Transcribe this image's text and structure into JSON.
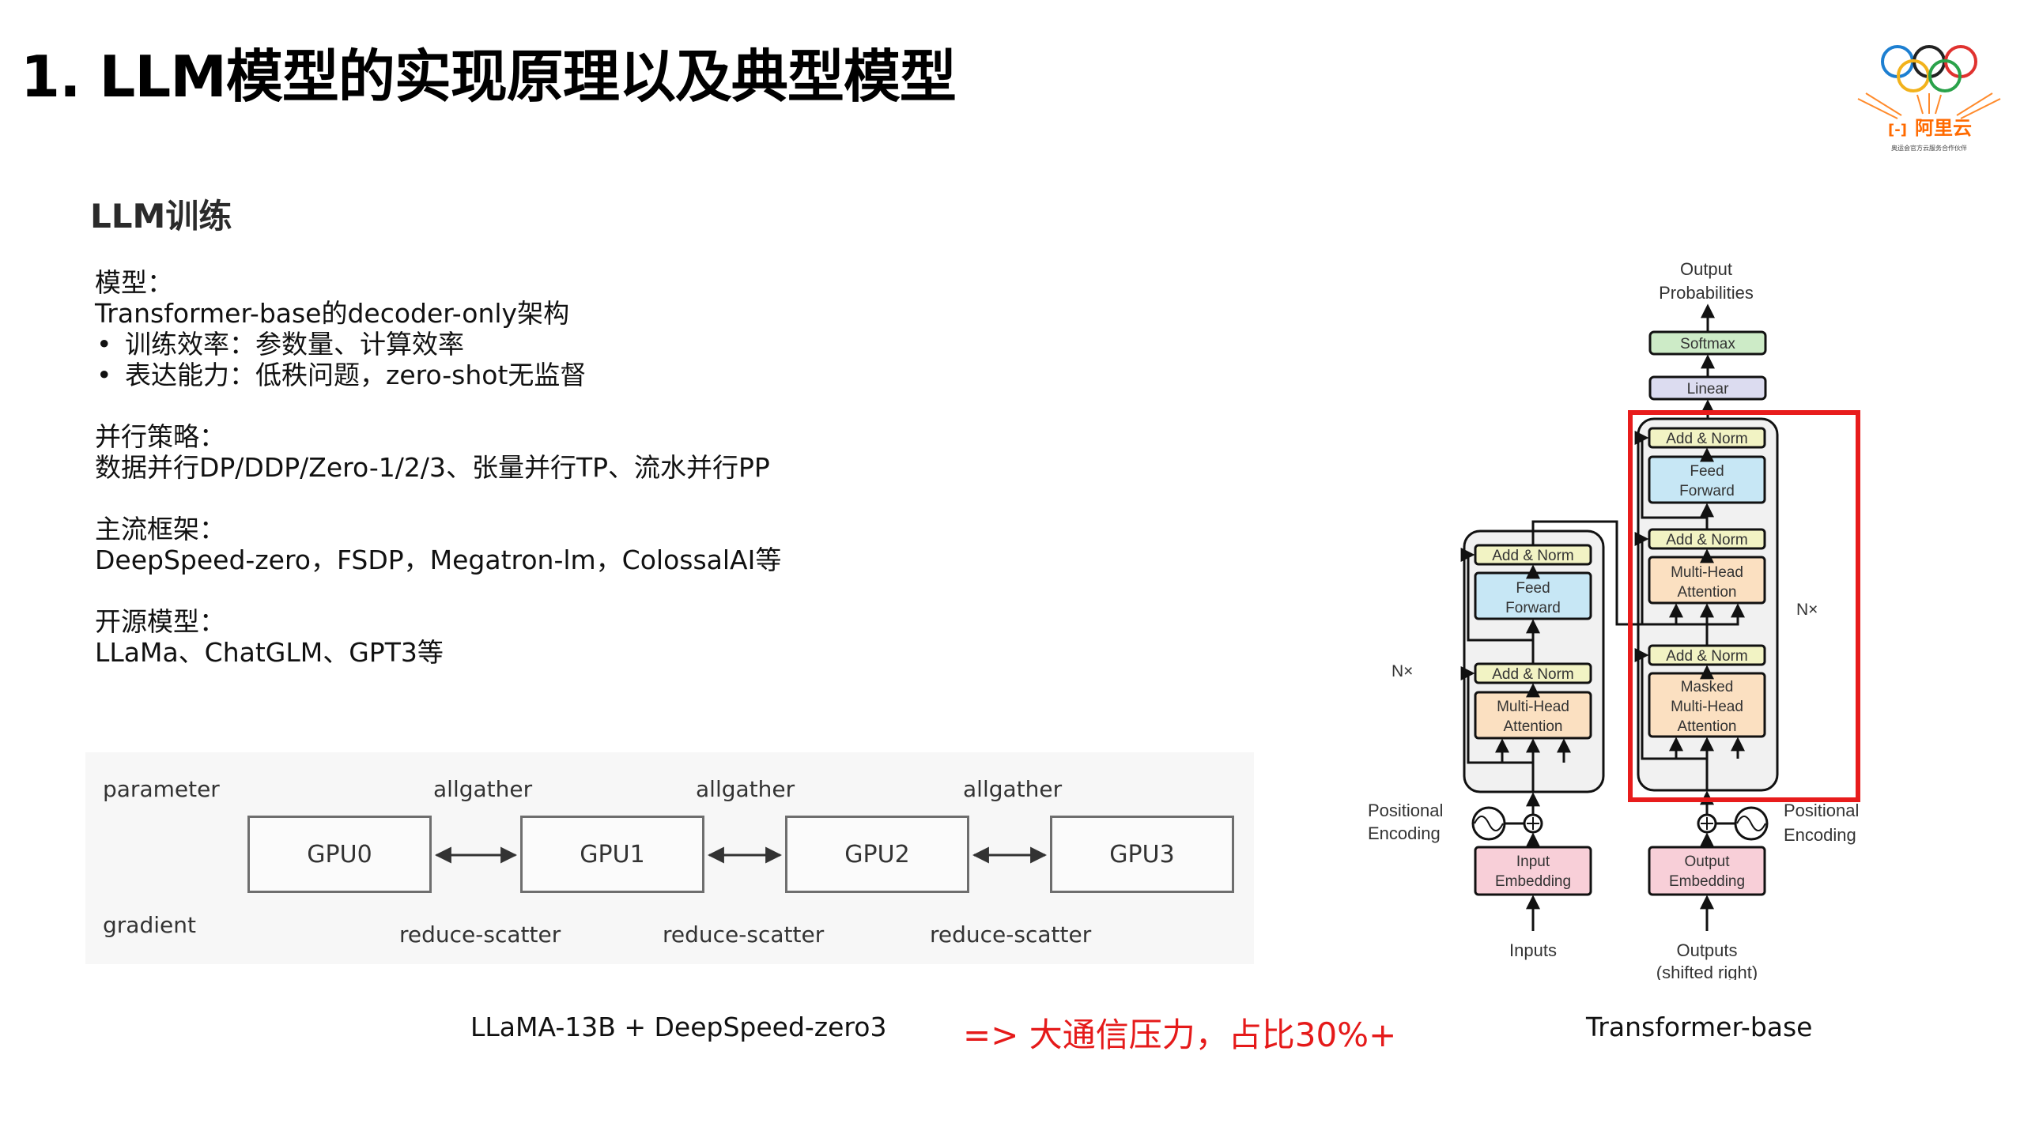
{
  "title": "1. LLM模型的实现原理以及典型模型",
  "section_title": "LLM训练",
  "blocks": [
    {
      "heading": "模型：",
      "lines": [
        "Transformer-base的decoder-only架构"
      ],
      "bullets": [
        "训练效率：参数量、计算效率",
        "表达能力：低秩问题，zero-shot无监督"
      ]
    },
    {
      "heading": "并行策略：",
      "lines": [
        "数据并行DP/DDP/Zero-1/2/3、张量并行TP、流水并行PP"
      ]
    },
    {
      "heading": "主流框架：",
      "lines": [
        "DeepSpeed-zero，FSDP，Megatron-lm，ColossalAI等"
      ]
    },
    {
      "heading": "开源模型：",
      "lines": [
        "LLaMa、ChatGLM、GPT3等"
      ]
    }
  ],
  "comm_diagram": {
    "row_label_top": "parameter",
    "row_label_bottom": "gradient",
    "gpus": [
      "GPU0",
      "GPU1",
      "GPU2",
      "GPU3"
    ],
    "top_ops": [
      "allgather",
      "allgather",
      "allgather"
    ],
    "bottom_ops": [
      "reduce-scatter",
      "reduce-scatter",
      "reduce-scatter"
    ]
  },
  "captions": {
    "left": "LLaMA-13B + DeepSpeed-zero3",
    "highlight": "=> 大通信压力，占比30%+",
    "right": "Transformer-base"
  },
  "transformer": {
    "output_probabilities": [
      "Output",
      "Probabilities"
    ],
    "softmax": "Softmax",
    "linear": "Linear",
    "add_norm": "Add & Norm",
    "feed_forward": [
      "Feed",
      "Forward"
    ],
    "multi_head_attention": [
      "Multi-Head",
      "Attention"
    ],
    "masked_attention": [
      "Masked",
      "Multi-Head",
      "Attention"
    ],
    "nx": "N×",
    "positional_encoding": [
      "Positional",
      "Encoding"
    ],
    "input_embedding": [
      "Input",
      "Embedding"
    ],
    "output_embedding": [
      "Output",
      "Embedding"
    ],
    "inputs": "Inputs",
    "outputs": [
      "Outputs",
      "(shifted right)"
    ]
  },
  "logo": {
    "brand": "阿里云",
    "tagline": "奥运会官方云服务合作伙伴"
  },
  "colors": {
    "highlight_red": "#e51a1a",
    "box_red": "#e81c1c",
    "add_norm_fill": "#f2f3c4",
    "ffn_fill": "#c7e7f5",
    "attention_fill": "#fbe0c1",
    "embedding_fill": "#f8cfd8",
    "linear_fill": "#dcdcf0",
    "softmax_fill": "#cdebc7",
    "block_bg": "#f1f1f1",
    "logo_orange": "#ff6a00"
  }
}
